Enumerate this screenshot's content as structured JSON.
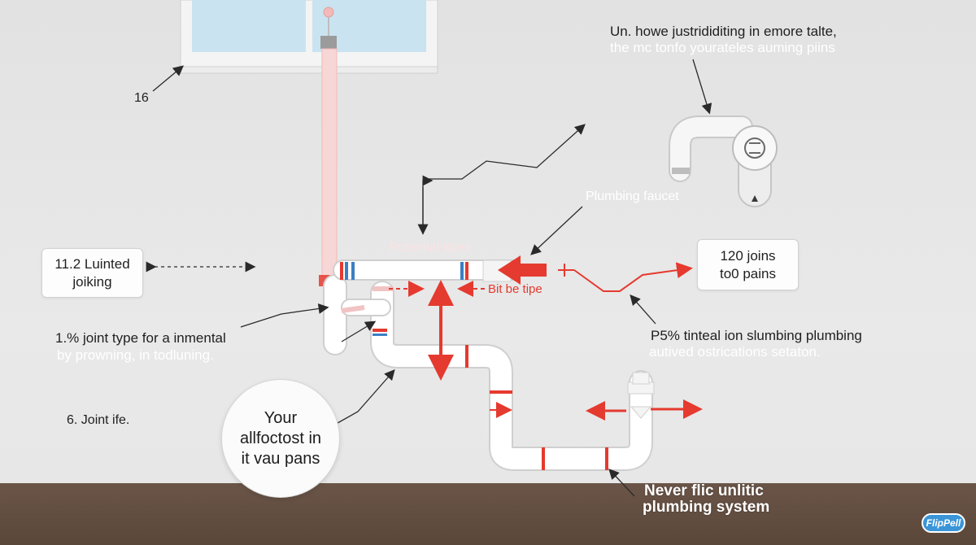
{
  "labels": {
    "top_right_line1": "Un. howe justrididiting in emore talte,",
    "top_right_line2": "the mc tonfo yourateles auming piins",
    "number_16": "16",
    "plumbing_faucet": "Plumbing faucet",
    "potential_tipes": "Potential tipes",
    "bit_be_tipe": "Bit be tipe",
    "box_left_line1": "11.2 Luinted",
    "box_left_line2": "joiking",
    "box_right_line1": "120 joins",
    "box_right_line2": "to0 pains",
    "joint_type_line1": "1.% joint type for a inmental",
    "joint_type_line2": "by prowning, in todluning.",
    "joint_ife": "6. Joint ife.",
    "right_note_line1": "P5% tinteal ion slumbing plumbing",
    "right_note_line2": "autived ostrications setaton.",
    "circle_line1": "Your",
    "circle_line2": "allfoctost in",
    "circle_line3": "it vau pans",
    "bottom_line1": "Never flic unlitic",
    "bottom_line2": "plumbing system",
    "logo": "FlipPell"
  },
  "colors": {
    "accent_red": "#e53a2f",
    "pipe_white": "#ffffff",
    "vent_pink": "#f7d6d6",
    "ground_brown": "#5e4a3d",
    "logo_blue": "#3a95d8"
  }
}
